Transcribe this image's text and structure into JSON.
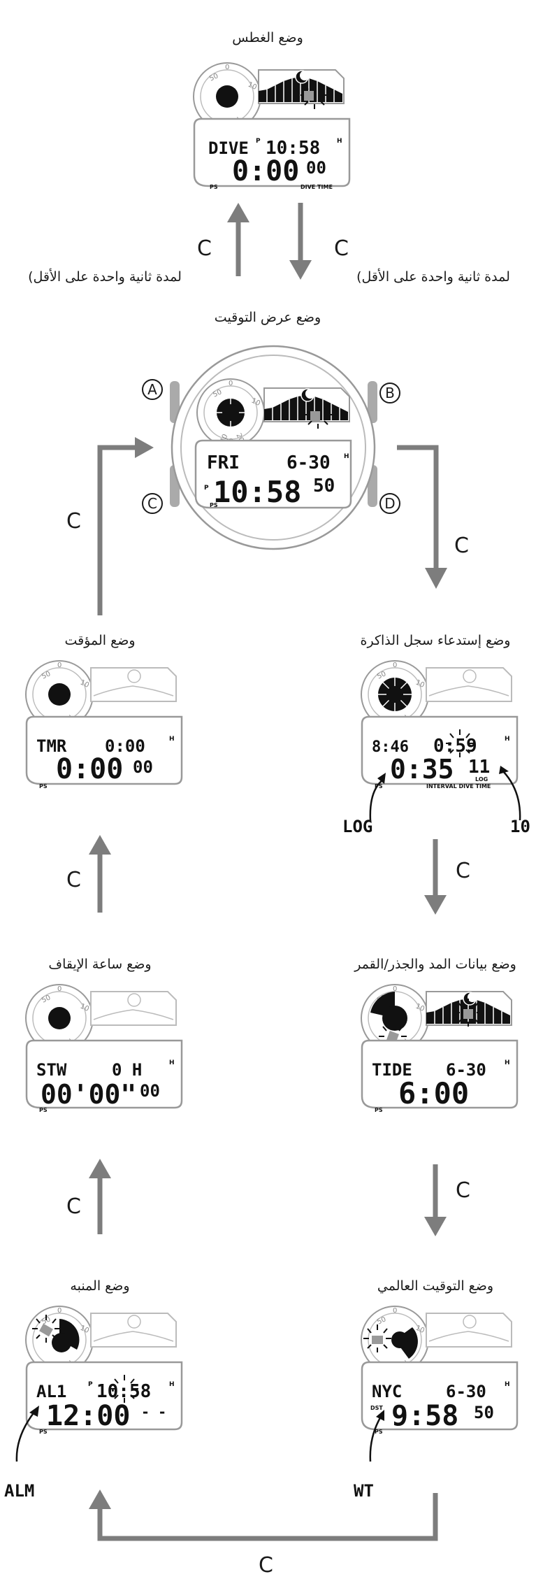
{
  "colors": {
    "arrow": "#7d7d7d",
    "outline": "#999999",
    "ink": "#111111",
    "lcd_bg": "#ffffff"
  },
  "modes": {
    "dive": {
      "label": "وضع الغطس",
      "lcd_line1": "DIVE",
      "p": "P",
      "flash_time": "10:58",
      "h": "H",
      "big": "0:00",
      "small": "00",
      "ps": "PS",
      "footer": "DIVE TIME"
    },
    "timekeeping": {
      "label": "وضع عرض التوقيت",
      "lcd_line1": "FRI",
      "date": "6-30",
      "h": "H",
      "p": "P",
      "big": "10:58",
      "small": "50",
      "ps": "PS",
      "buttons": {
        "a": "A",
        "b": "B",
        "c": "C",
        "d": "D"
      }
    },
    "log": {
      "label": "وضع إستدعاء سجل الذاكرة",
      "left_time": "8:46",
      "flash_time": "0:59",
      "h": "H",
      "big": "0:35",
      "small": "11",
      "log_tag": "LOG",
      "ps": "PS",
      "footer": "INTERVAL DIVE TIME",
      "callout_left": "LOG",
      "callout_right": "10"
    },
    "timer": {
      "label": "وضع المؤقت",
      "lcd_line1": "TMR",
      "time": "0:00",
      "h": "H",
      "big": "0:00",
      "small": "00",
      "ps": "PS"
    },
    "tide": {
      "label": "وضع بيانات المد والجذر/القمر",
      "lcd_line1": "TIDE",
      "date": "6-30",
      "h": "H",
      "big": "6:00",
      "ps": "PS"
    },
    "stopwatch": {
      "label": "وضع ساعة الإيقاف",
      "lcd_line1": "STW",
      "lap": "0 H",
      "h": "H",
      "big": "00'00\"",
      "small": "00",
      "ps": "PS"
    },
    "alarm": {
      "label": "وضع المنبه",
      "lcd_line1": "AL1",
      "p": "P",
      "flash_time": "10:58",
      "h": "H",
      "big": "12:00",
      "small": "- -",
      "ps": "PS",
      "callout": "ALM"
    },
    "worldtime": {
      "label": "وضع التوقيت العالمي",
      "lcd_line1": "NYC",
      "date": "6-30",
      "h": "H",
      "dst": "DST",
      "big": "9:58",
      "small": "50",
      "ps": "PS",
      "callout": "WT"
    }
  },
  "transitions": {
    "c_label": "C",
    "hold_note_left": "(لمدة ثانية واحدة على الأقل",
    "hold_note_right": "(لمدة ثانية واحدة على الأقل"
  }
}
